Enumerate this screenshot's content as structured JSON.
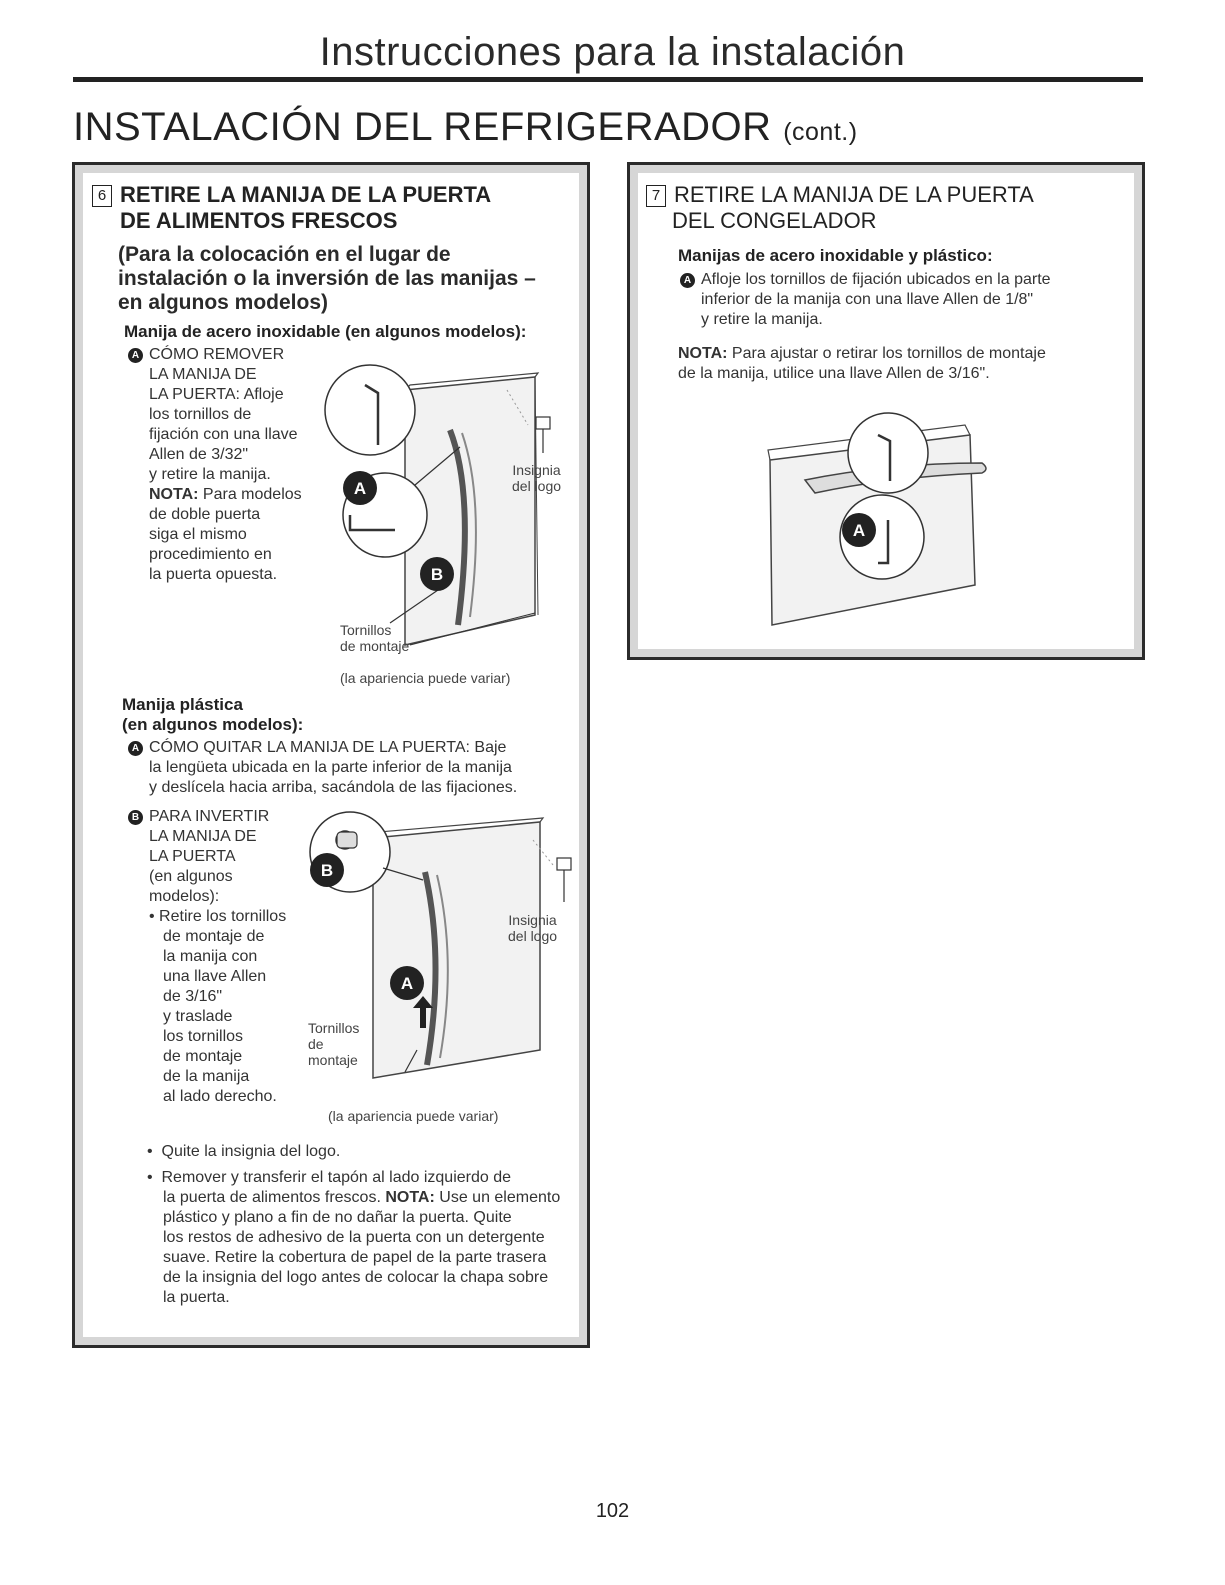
{
  "header": {
    "title": "Instrucciones para la instalación"
  },
  "section": {
    "title": "INSTALACIÓN DEL REFRIGERADOR",
    "cont": "(cont.)"
  },
  "step6": {
    "number": "6",
    "title_line1": "RETIRE LA MANIJA DE LA PUERTA",
    "title_line2": "DE ALIMENTOS FRESCOS",
    "subtitle_line1": "(Para la colocación en el lugar de",
    "subtitle_line2": "instalación o la inversión de las manijas –",
    "subtitle_line3": "en algunos modelos)",
    "steel": {
      "heading": "Manija de acero inoxidable (en algunos modelos):",
      "marker": "A",
      "lines": [
        "CÓMO REMOVER",
        "LA MANIJA DE",
        "LA PUERTA: Afloje",
        "los tornillos de",
        "fijación con una llave",
        "Allen de 3/32\"",
        "y retire la manija."
      ],
      "nota_label": "NOTA:",
      "nota_first": "Para modelos",
      "nota_lines": [
        "de doble puerta",
        "siga el mismo",
        "procedimiento en",
        "la puerta opuesta."
      ],
      "label_logo_1": "Insignia",
      "label_logo_2": "del logo",
      "label_screws_1": "Tornillos",
      "label_screws_2": "de montaje",
      "callout_a": "A",
      "callout_b": "B",
      "caption": "(la apariencia puede variar)"
    },
    "plastic": {
      "heading_line1": "Manija plástica",
      "heading_line2": "(en algunos modelos):",
      "marker_a": "A",
      "remove_lines": [
        "CÓMO QUITAR LA MANIJA DE LA PUERTA: Baje",
        "la lengüeta ubicada en la parte inferior de la manija",
        "y deslícela hacia arriba, sacándola de las fijaciones."
      ],
      "marker_b": "B",
      "invert_lines": [
        "PARA INVERTIR",
        "LA MANIJA DE",
        "LA PUERTA",
        "(en algunos",
        "modelos):"
      ],
      "bullet1_lines": [
        "Retire los tornillos",
        "de montaje de",
        "la manija con",
        "una llave Allen",
        "de 3/16\"",
        "y traslade",
        "los tornillos",
        "de montaje",
        "de la manija",
        "al lado derecho."
      ],
      "label_logo_1": "Insignia",
      "label_logo_2": "del logo",
      "label_screws_1": "Tornillos",
      "label_screws_2": "de",
      "label_screws_3": "montaje",
      "callout_a": "A",
      "callout_b": "B",
      "caption": "(la apariencia puede variar)",
      "bullet2": "Quite la insignia del logo.",
      "bullet3_first": "Remover y transferir el tapón al lado izquierdo de",
      "bullet3_second_pre": "la puerta de alimentos frescos.",
      "bullet3_nota_label": "NOTA:",
      "bullet3_second_post": "Use un elemento",
      "bullet3_rest": [
        "plástico y plano a fin de no dañar la puerta. Quite",
        "los restos de adhesivo de la puerta con un detergente",
        "suave. Retire la cobertura de papel de la parte trasera",
        "de la insignia del logo antes de colocar la chapa sobre",
        "la puerta."
      ]
    }
  },
  "step7": {
    "number": "7",
    "title_line1": "RETIRE LA MANIJA DE LA PUERTA",
    "title_line2": "DEL CONGELADOR",
    "heading": "Manijas de acero inoxidable y plástico:",
    "marker": "A",
    "lines": [
      "Afloje los tornillos de fijación ubicados en la parte",
      "inferior de la manija con una llave Allen de 1/8\"",
      "y retire la manija."
    ],
    "nota_label": "NOTA:",
    "nota_first": "Para ajustar o retirar los tornillos de montaje",
    "nota_second": "de la manija, utilice una llave Allen de 3/16\".",
    "callout_a": "A"
  },
  "page_number": "102"
}
